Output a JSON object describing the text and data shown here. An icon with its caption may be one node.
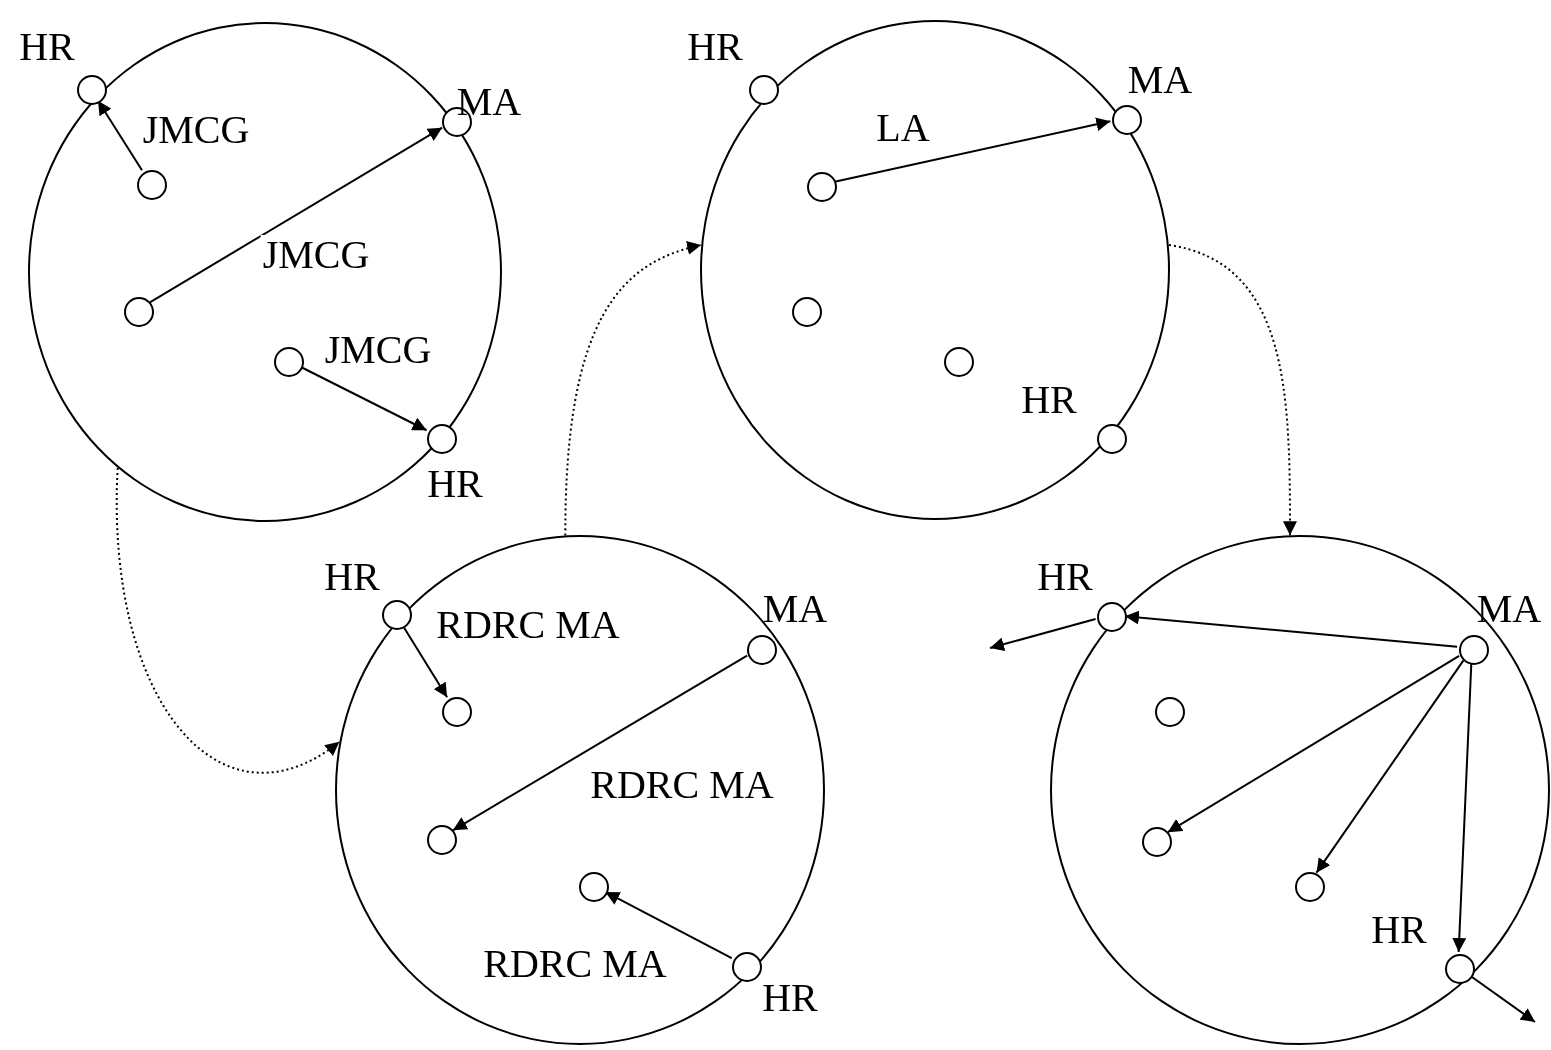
{
  "diagram": {
    "nodes": [
      {
        "text": [],
        "shape": "circle"
      },
      {
        "text": [
          "HR"
        ],
        "in": 0
      },
      {
        "text": [
          "MA"
        ],
        "in": 0
      },
      {
        "text": [],
        "shape": "circle",
        "in": 0
      },
      {
        "text": [],
        "shape": "circle",
        "in": 0
      },
      {
        "text": [],
        "shape": "circle",
        "in": 0
      },
      {
        "text": [
          "HR"
        ],
        "in": 0
      },
      {
        "text": [],
        "shape": "circle"
      },
      {
        "text": [
          "HR"
        ],
        "in": 7
      },
      {
        "text": [
          "MA"
        ],
        "in": 7
      },
      {
        "text": [],
        "shape": "circle",
        "in": 7
      },
      {
        "text": [],
        "shape": "circle",
        "in": 7
      },
      {
        "text": [],
        "shape": "circle",
        "in": 7
      },
      {
        "text": [
          "HR"
        ],
        "in": 7
      },
      {
        "text": [],
        "shape": "circle"
      },
      {
        "text": [
          "HR"
        ],
        "in": 14
      },
      {
        "text": [
          "MA"
        ],
        "in": 14
      },
      {
        "text": [],
        "shape": "circle",
        "in": 14
      },
      {
        "text": [],
        "shape": "circle",
        "in": 14
      },
      {
        "text": [],
        "shape": "circle",
        "in": 14
      },
      {
        "text": [
          "HR"
        ],
        "in": 14
      },
      {
        "text": [],
        "shape": "circle"
      },
      {
        "text": [
          "HR"
        ],
        "in": 21
      },
      {
        "text": [
          "MA"
        ],
        "in": 21
      },
      {
        "text": [],
        "shape": "circle",
        "in": 21
      },
      {
        "text": [],
        "shape": "circle",
        "in": 21
      },
      {
        "text": [],
        "shape": "circle",
        "in": 21
      },
      {
        "text": [
          "HR"
        ],
        "in": 21
      }
    ],
    "edges": [
      {
        "from": 3,
        "to": 1,
        "arrow": "to",
        "label": "JMCG"
      },
      {
        "from": 4,
        "to": 2,
        "arrow": "to",
        "label": "JMCG"
      },
      {
        "from": 5,
        "to": 6,
        "arrow": "to",
        "label": "JMCG"
      },
      {
        "from": 10,
        "to": 9,
        "arrow": "to",
        "label": "LA"
      },
      {
        "from": 15,
        "to": 17,
        "arrow": "to",
        "label": "RDRC MA"
      },
      {
        "from": 16,
        "to": 18,
        "arrow": "to",
        "label": "RDRC MA"
      },
      {
        "from": 20,
        "to": 19,
        "arrow": "to",
        "label": "RDRC MA"
      },
      {
        "from": 23,
        "to": 22,
        "arrow": "to"
      },
      {
        "from": 23,
        "to": 25,
        "arrow": "to"
      },
      {
        "from": 23,
        "to": 26,
        "arrow": "to"
      },
      {
        "from": 23,
        "to": 27,
        "arrow": "to"
      },
      {
        "from": 22,
        "to": null,
        "arrow": "to"
      },
      {
        "from": 27,
        "to": null,
        "arrow": "to"
      },
      {
        "from": 0,
        "to": 14,
        "arrow": "to",
        "style": "dashed"
      },
      {
        "from": 14,
        "to": 7,
        "arrow": "to",
        "style": "dashed"
      },
      {
        "from": 7,
        "to": 21,
        "arrow": "to",
        "style": "dashed"
      }
    ]
  }
}
